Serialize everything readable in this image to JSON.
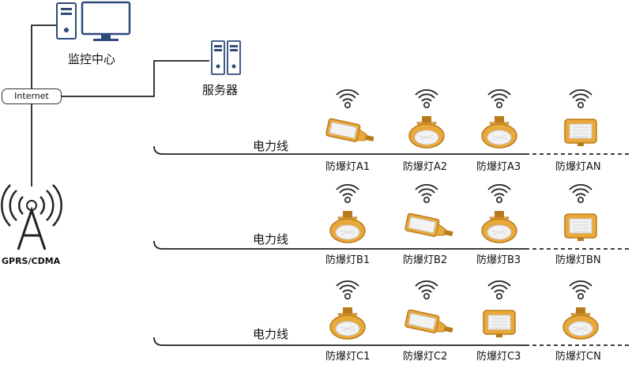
{
  "nodes": {
    "monitor_center": "监控中心",
    "server": "服务器",
    "internet": "Internet",
    "gprs": "GPRS/CDMA"
  },
  "rows": [
    {
      "power_line": "电力线",
      "lamps": [
        {
          "label": "防爆灯A1",
          "type": "street-lamp"
        },
        {
          "label": "防爆灯A2",
          "type": "round-lamp"
        },
        {
          "label": "防爆灯A3",
          "type": "round-lamp"
        },
        {
          "label": "防爆灯AN",
          "type": "flood-lamp"
        }
      ]
    },
    {
      "power_line": "电力线",
      "lamps": [
        {
          "label": "防爆灯B1",
          "type": "round-lamp"
        },
        {
          "label": "防爆灯B2",
          "type": "street-lamp"
        },
        {
          "label": "防爆灯B3",
          "type": "round-lamp"
        },
        {
          "label": "防爆灯BN",
          "type": "flood-lamp"
        }
      ]
    },
    {
      "power_line": "电力线",
      "lamps": [
        {
          "label": "防爆灯C1",
          "type": "round-lamp"
        },
        {
          "label": "防爆灯C2",
          "type": "street-lamp"
        },
        {
          "label": "防爆灯C3",
          "type": "flood-lamp"
        },
        {
          "label": "防爆灯CN",
          "type": "round-lamp"
        }
      ]
    }
  ],
  "colors": {
    "lamp_body": "#E9A93A",
    "lamp_dark": "#B97A1C",
    "lamp_glass": "#F2F2F2",
    "line": "#222222",
    "device": "#2E4A7A"
  }
}
